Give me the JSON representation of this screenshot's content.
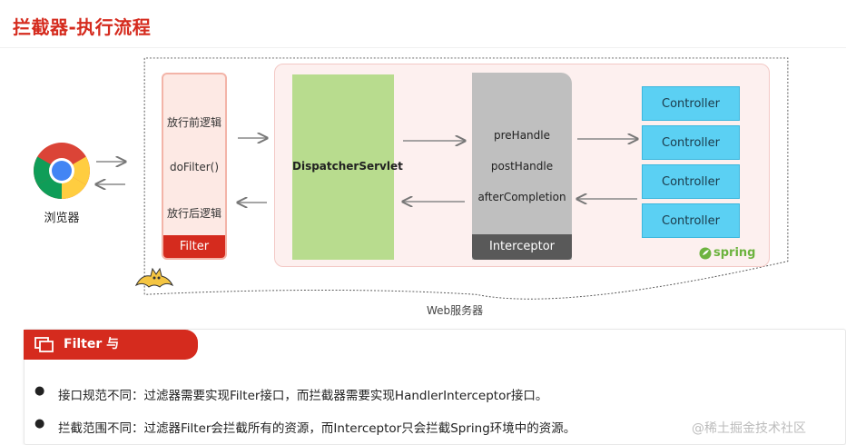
{
  "page": {
    "title": "拦截器-执行流程"
  },
  "browser": {
    "label": "浏览器"
  },
  "filter": {
    "before": "放行前逻辑",
    "do_filter": "doFilter()",
    "after": "放行后逻辑",
    "label": "Filter"
  },
  "dispatcher": {
    "label": "DispatcherServlet"
  },
  "interceptor": {
    "methods": [
      "preHandle",
      "postHandle",
      "afterCompletion"
    ],
    "label": "Interceptor"
  },
  "controllers": [
    "Controller",
    "Controller",
    "Controller",
    "Controller"
  ],
  "spring_logo": "spring",
  "web_server_label": "Web服务器",
  "section": {
    "title": "Filter 与 Interceptor"
  },
  "bullets": [
    "接口规范不同：过滤器需要实现Filter接口，而拦截器需要实现HandlerInterceptor接口。",
    "拦截范围不同：过滤器Filter会拦截所有的资源，而Interceptor只会拦截Spring环境中的资源。"
  ],
  "watermark": "@稀土掘金技术社区",
  "colors": {
    "accent_red": "#d52b1e",
    "filter_bg": "#fde9e4",
    "dispatcher_green": "#b8dc8e",
    "interceptor_gray": "#bfbfbf",
    "controller_blue": "#5bd0f3",
    "spring_green": "#6db33f"
  }
}
